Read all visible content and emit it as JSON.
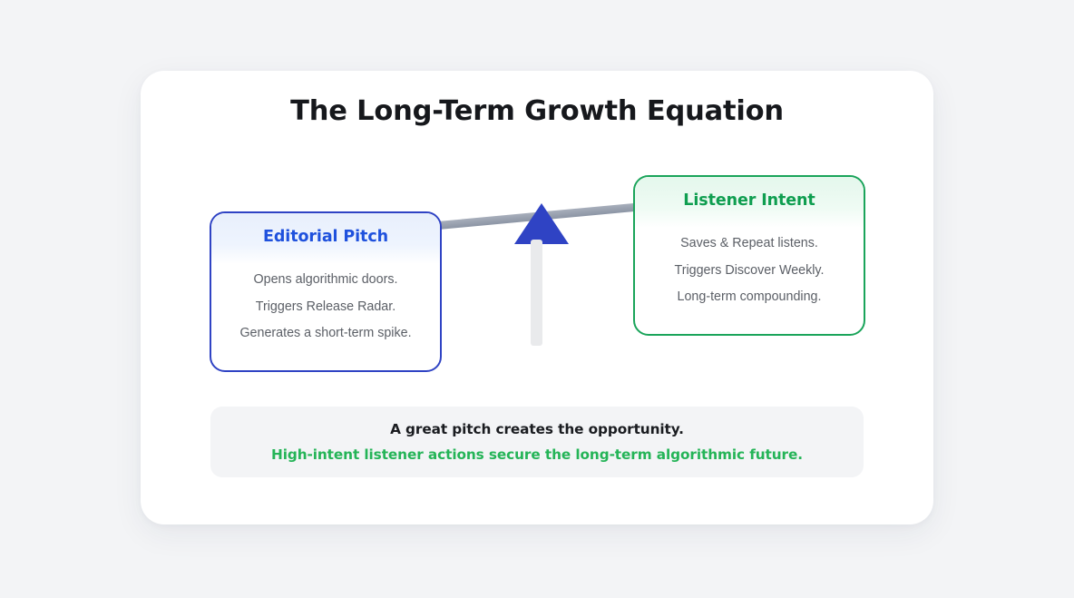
{
  "slide": {
    "title": "The Long-Term Growth Equation"
  },
  "diagram": {
    "type": "balance-scale",
    "fulcrum_icon": "triangle-fulcrum-icon",
    "beam_icon": "balance-beam-icon",
    "post_icon": "support-post-icon",
    "tilt_note": "beam tilts down toward the Editorial Pitch side",
    "cards": [
      {
        "id": "editorial-pitch",
        "heading": "Editorial Pitch",
        "accent": "#1f51dd",
        "border": "#2f43c4",
        "lines": [
          "Opens algorithmic doors.",
          "Triggers Release Radar.",
          "Generates a short-term spike."
        ]
      },
      {
        "id": "listener-intent",
        "heading": "Listener Intent",
        "accent": "#0f9e50",
        "border": "#1aa45a",
        "lines": [
          "Saves & Repeat listens.",
          "Triggers Discover Weekly.",
          "Long-term compounding."
        ]
      }
    ]
  },
  "callout": {
    "line1": "A great pitch creates the opportunity.",
    "line2": "High-intent listener actions secure the long-term algorithmic future.",
    "line2_color": "#24b457"
  }
}
